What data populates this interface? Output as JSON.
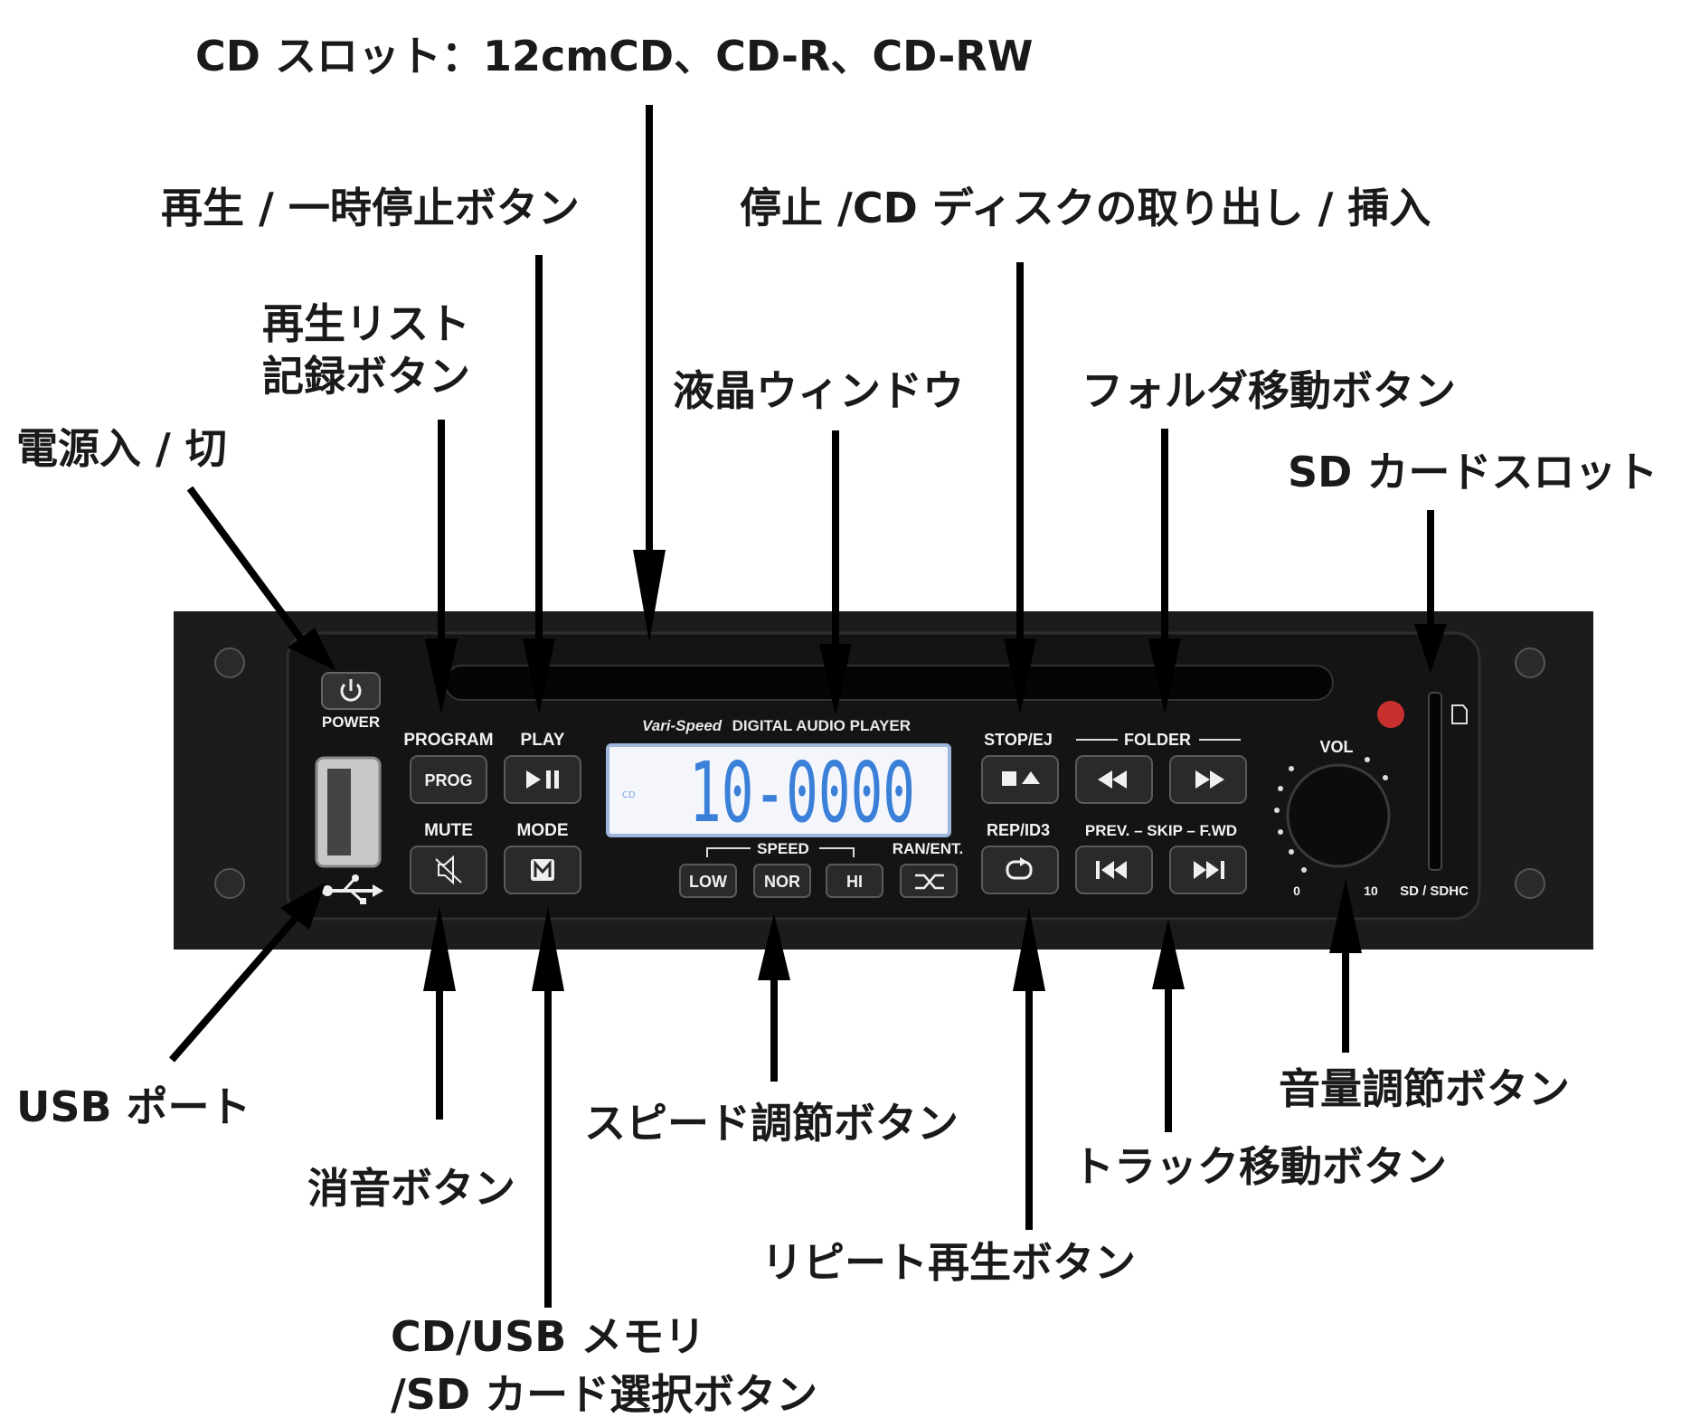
{
  "callouts": {
    "cd_slot": "CD スロット：12cmCD、CD-R、CD-RW",
    "play_pause": "再生 / 一時停止ボタン",
    "stop_eject": "停止 /CD ディスクの取り出し / 挿入",
    "program_line1": "再生リスト",
    "program_line2": "記録ボタン",
    "lcd_window": "液晶ウィンドウ",
    "folder_move": "フォルダ移動ボタン",
    "power": "電源入 / 切",
    "sd_slot": "SD カードスロット",
    "usb_port": "USB ポート",
    "mute": "消音ボタン",
    "speed": "スピード調節ボタン",
    "volume": "音量調節ボタン",
    "track_move": "トラック移動ボタン",
    "repeat": "リピート再生ボタン",
    "mode_line1": "CD/USB メモリ",
    "mode_line2": "/SD カード選択ボタン"
  },
  "panel": {
    "power_label": "POWER",
    "program_label": "PROGRAM",
    "prog_button": "PROG",
    "play_label": "PLAY",
    "mute_label": "MUTE",
    "mode_label": "MODE",
    "brand_italic": "Vari-Speed",
    "brand_rest": "DIGITAL AUDIO PLAYER",
    "lcd_small": "CD",
    "lcd_display": "10-0000",
    "speed_label": "SPEED",
    "speed_low": "LOW",
    "speed_nor": "NOR",
    "speed_hi": "HI",
    "ran_label": "RAN/ENT.",
    "stop_label": "STOP/EJ",
    "folder_label": "FOLDER",
    "rep_label": "REP/ID3",
    "skip_label": "PREV. – SKIP – F.WD",
    "vol_label": "VOL",
    "vol_min": "0",
    "vol_max": "10",
    "sd_label": "SD / SDHC"
  },
  "colors": {
    "panel": "#1c1c1c",
    "panel_inner": "#141414",
    "lcd_bg": "#f4f6fb",
    "lcd_digits": "#3a7fd8",
    "led": "#c8302f",
    "arrow": "#000000"
  }
}
